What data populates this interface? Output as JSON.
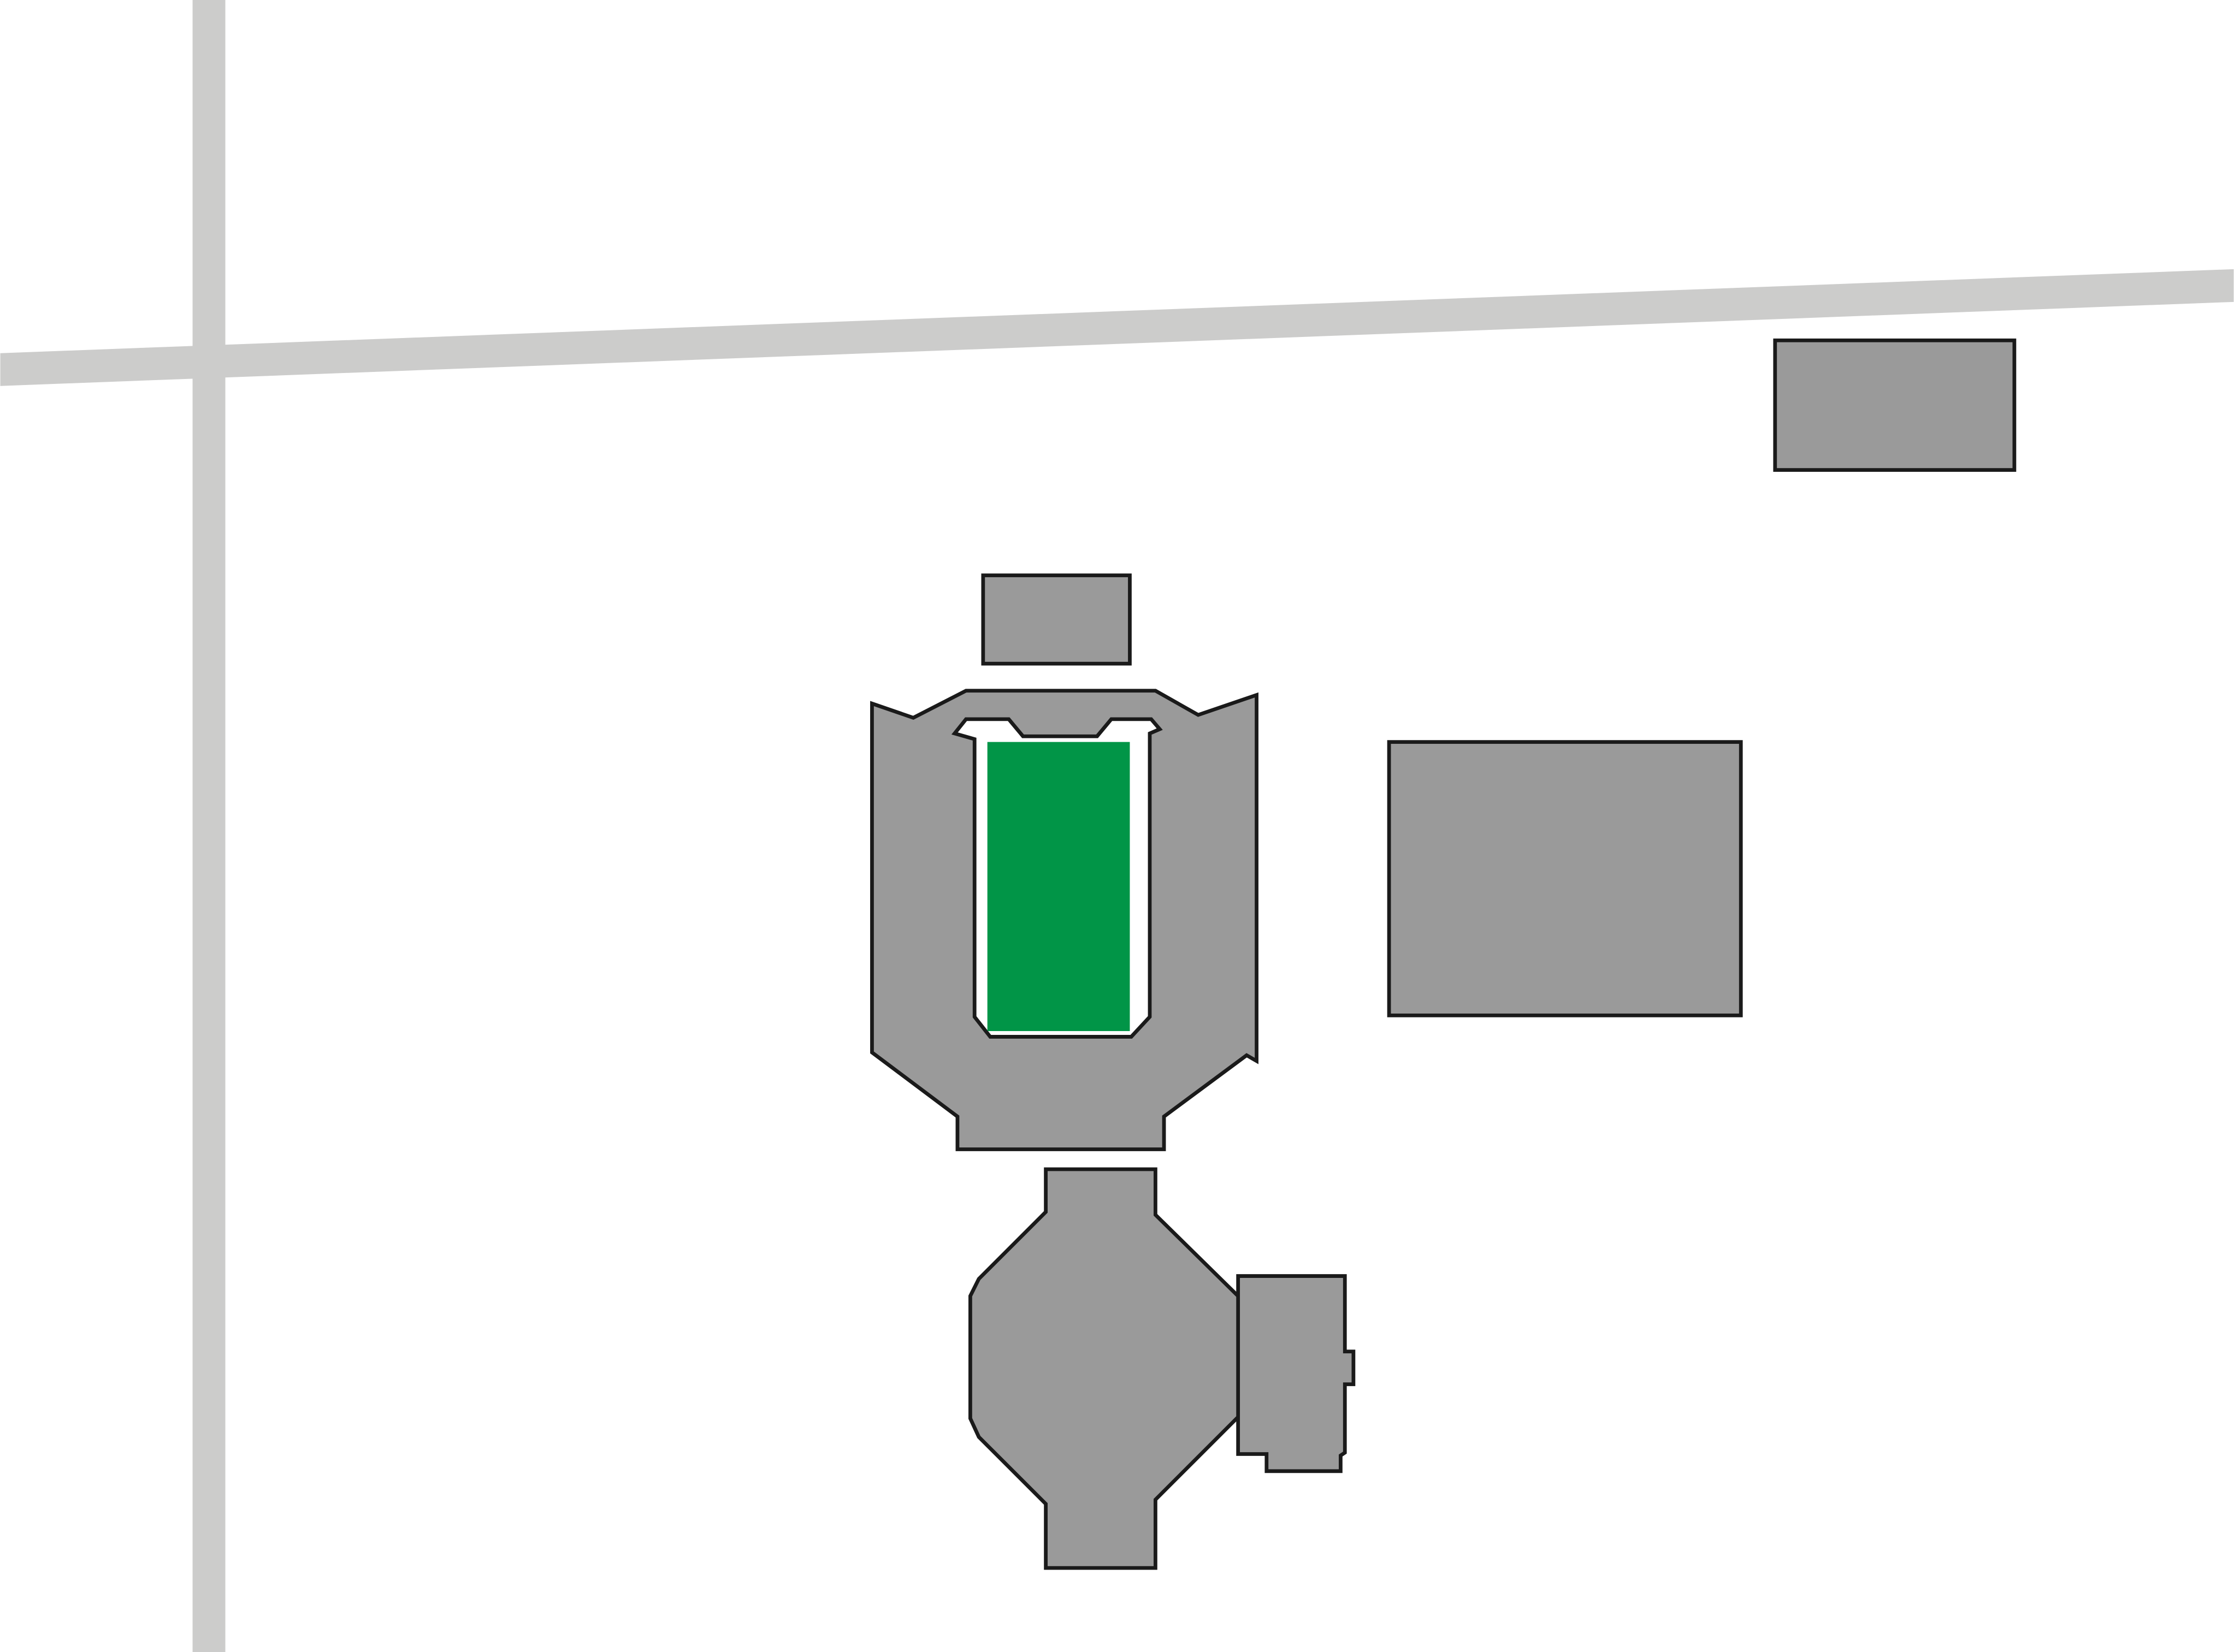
{
  "map": {
    "background_color": "#ffffff",
    "road_color": "#cccccb",
    "building_color": "#9a9a9a",
    "building_outline_color": "#1a1a1a",
    "pitch_color": "#019547",
    "features": {
      "roads": [
        "vertical-road",
        "horizontal-road"
      ],
      "buildings": [
        "small-building-north-of-stadium",
        "stadium-stands",
        "arena-building",
        "annex-building",
        "large-rectangular-building",
        "building-northeast"
      ],
      "fields": [
        "stadium-pitch"
      ]
    }
  }
}
